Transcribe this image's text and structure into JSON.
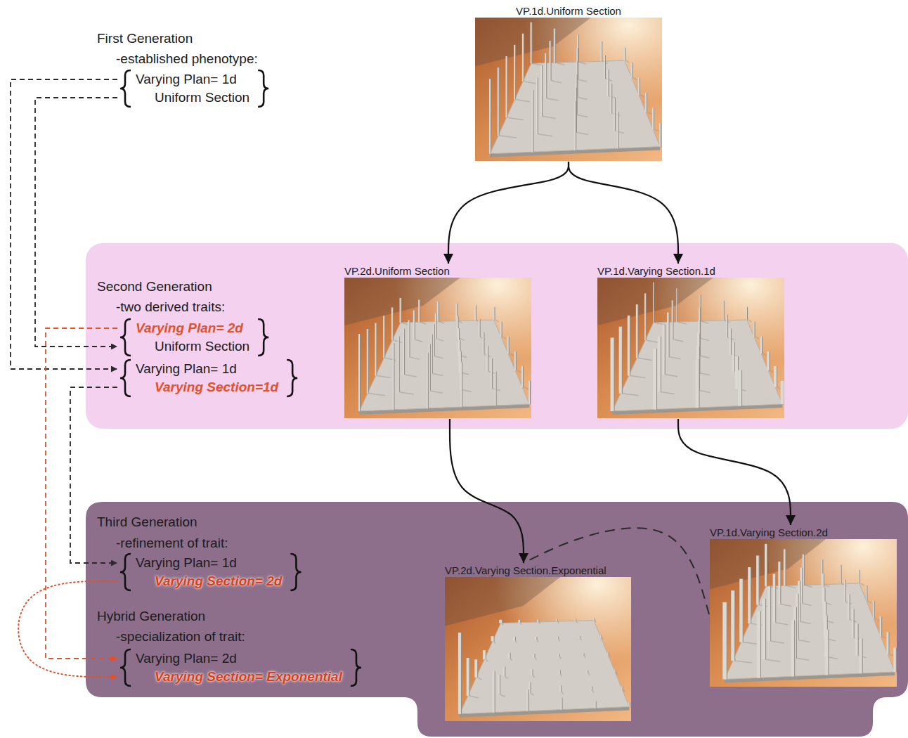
{
  "diagram": {
    "nodes": [
      {
        "text": [
          "Varying Plan= 1d",
          "Uniform Section"
        ]
      },
      {
        "text": [
          "VP.1d.Uniform Section"
        ]
      },
      {
        "text": [
          "Second Generation",
          "-two derived traits:"
        ]
      },
      {
        "text": [
          "Varying Plan= 2d",
          "Uniform Section"
        ],
        "in": 2
      },
      {
        "text": [
          "Varying Plan= 1d",
          "Varying Section=1d"
        ],
        "in": 2
      },
      {
        "text": [
          "VP.2d.Uniform Section"
        ],
        "in": 2
      },
      {
        "text": [
          "VP.1d.Varying Section.1d"
        ],
        "in": 2
      },
      {
        "text": [
          "Third Generation",
          "-refinement of trait:",
          "Hybrid Generation",
          "-specialization of trait:"
        ]
      },
      {
        "text": [
          "Varying Plan= 1d",
          "Varying Section= 2d"
        ],
        "in": 7
      },
      {
        "text": [
          "Varying Plan= 2d",
          "Varying Section= Exponential"
        ],
        "in": 7
      },
      {
        "text": [
          "VP.2d.Varying Section.Exponential"
        ],
        "in": 7
      },
      {
        "text": [
          "VP.1d.Varying Section.2d"
        ],
        "in": 7
      }
    ],
    "edges": [
      {
        "from": 1,
        "to": 5,
        "arrow": "to"
      },
      {
        "from": 1,
        "to": 6,
        "arrow": "to"
      },
      {
        "from": 5,
        "to": 10,
        "arrow": "to"
      },
      {
        "from": 6,
        "to": 11,
        "arrow": "to"
      },
      {
        "from": 11,
        "to": 10,
        "arrow": "none"
      },
      {
        "from": 0,
        "to": 4,
        "arrow": "to"
      },
      {
        "from": 0,
        "to": 3,
        "arrow": "to"
      },
      {
        "from": 3,
        "to": 9,
        "arrow": "to"
      },
      {
        "from": 4,
        "to": 8,
        "arrow": "to"
      },
      {
        "from": 8,
        "to": 9,
        "arrow": "to"
      }
    ],
    "labels": [
      "First Generation",
      "-established phenotype:"
    ]
  }
}
